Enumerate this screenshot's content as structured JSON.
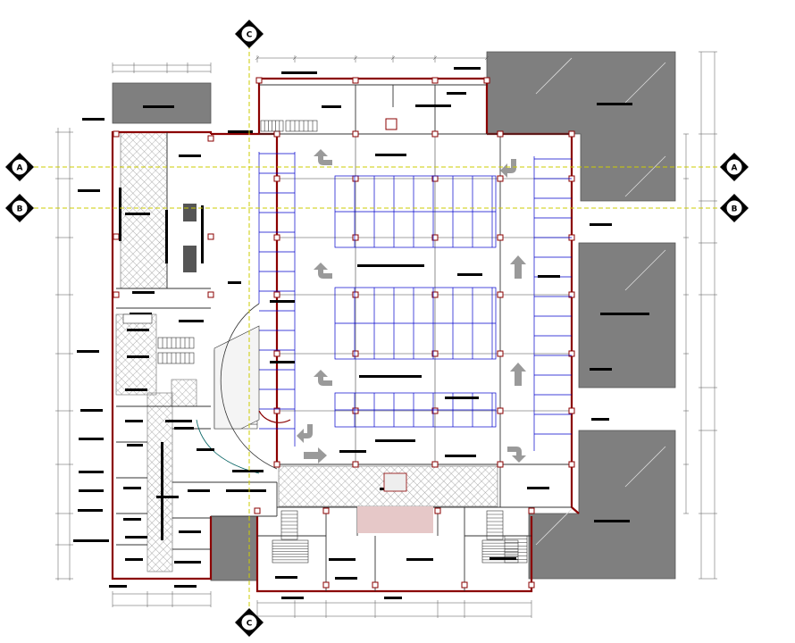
{
  "drawing": {
    "type": "architectural floor plan (parking level)",
    "colors": {
      "wall": "#8b0000",
      "parking_grid": "#0000cc",
      "adjacent_building": "#808080",
      "hatch": "#999999",
      "axis_line": "#cccc00",
      "dim_line": "#555555",
      "label_block": "#000000"
    }
  },
  "axes": [
    {
      "id": "axis-a-left",
      "label": "A"
    },
    {
      "id": "axis-a-right",
      "label": "A"
    },
    {
      "id": "axis-b-left",
      "label": "B"
    },
    {
      "id": "axis-b-right",
      "label": "B"
    },
    {
      "id": "axis-c-top",
      "label": "C"
    },
    {
      "id": "axis-c-bottom",
      "label": "C"
    }
  ],
  "icons": {
    "arrows": "traffic-arrow-icon",
    "stairs": "stair-icon",
    "axis_marker": "section-marker-icon"
  }
}
